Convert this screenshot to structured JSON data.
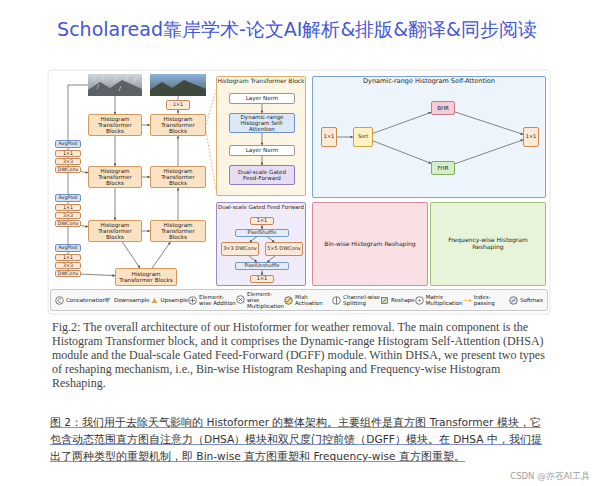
{
  "diagram": {
    "title": "Scholaread靠岸学术-论文AI解析&排版&翻译&同步阅读",
    "caption": "Fig.2: The overall architecture of our Histoformer for weather removal. The main component is the Histogram Transformer block, and it comprises the Dynamic-range Histogram Self-Attention (DHSA) module and the Dual-scale Gated Feed-Forward (DGFF) module. Within DHSA, we present two types of reshaping mechanism, i.e., Bin-wise Histogram Reshaping and Frequency-wise Histogram Reshaping.",
    "nodes": [
      {
        "text": [
          "Histogram Transformer Blocks"
        ]
      },
      {
        "text": [
          "Histogram Transformer Blocks"
        ]
      },
      {
        "text": [
          "Histogram Transformer Blocks"
        ]
      },
      {
        "text": [
          "Histogram Transformer Blocks"
        ]
      },
      {
        "text": [
          "Histogram Transformer Blocks"
        ]
      },
      {
        "text": [
          "Histogram Transformer Blocks"
        ]
      },
      {
        "text": [
          "Histogram Transformer Blocks"
        ]
      },
      {
        "text": [
          "1×1"
        ]
      },
      {
        "text": [
          "AvgPool"
        ]
      },
      {
        "text": [
          "1×1"
        ]
      },
      {
        "text": [
          "3×3"
        ]
      },
      {
        "text": [
          "DWConv"
        ]
      },
      {
        "text": [
          "AvgPool"
        ]
      },
      {
        "text": [
          "1×1"
        ]
      },
      {
        "text": [
          "3×3"
        ]
      },
      {
        "text": [
          "DWConv"
        ]
      },
      {
        "text": [
          "AvgPool"
        ]
      },
      {
        "text": [
          "1×1"
        ]
      },
      {
        "text": [
          "3×3"
        ]
      },
      {
        "text": [
          "DWConv"
        ]
      },
      {
        "text": [
          "Histogram Transformer Block"
        ]
      },
      {
        "text": [
          "Layer Norm"
        ],
        "in": 20
      },
      {
        "text": [
          "Dynamic-range Histogram Self-Attention"
        ],
        "in": 20
      },
      {
        "text": [
          "Layer Norm"
        ],
        "in": 20
      },
      {
        "text": [
          "Dual-scale Gated Feed-Forward"
        ],
        "in": 20
      },
      {
        "text": [
          "Dual-scale Gated Feed Forward"
        ]
      },
      {
        "text": [
          "1×1"
        ],
        "in": 25
      },
      {
        "text": [
          "PixelShuffle"
        ],
        "in": 25
      },
      {
        "text": [
          "3×3 DWConv"
        ],
        "in": 25
      },
      {
        "text": [
          "5×5 DWConv"
        ],
        "in": 25
      },
      {
        "text": [
          "PixelUnshuffle"
        ],
        "in": 25
      },
      {
        "text": [
          "1×1"
        ],
        "in": 25
      },
      {
        "text": [
          "Dynamic-range Histogram Self-Attention"
        ]
      },
      {
        "text": [
          "1×1"
        ],
        "in": 32
      },
      {
        "text": [
          "Sort"
        ],
        "in": 32
      },
      {
        "text": [
          "BHR"
        ],
        "in": 32
      },
      {
        "text": [
          "FHR"
        ],
        "in": 32
      },
      {
        "text": [
          "1×1"
        ],
        "in": 32
      },
      {
        "text": [
          "Bin-wise Histogram Reshaping"
        ]
      },
      {
        "text": [
          "Frequency-wise Histogram Reshaping"
        ]
      }
    ],
    "edges": [
      {
        "from": 0,
        "to": 1,
        "arrow": "to"
      },
      {
        "from": 1,
        "to": 2,
        "arrow": "to"
      },
      {
        "from": 2,
        "to": 3,
        "arrow": "to"
      },
      {
        "from": 3,
        "to": 4,
        "arrow": "to"
      },
      {
        "from": 4,
        "to": 5,
        "arrow": "to"
      },
      {
        "from": 5,
        "to": 6,
        "arrow": "to"
      },
      {
        "from": 6,
        "to": 7,
        "arrow": "to"
      },
      {
        "from": 0,
        "to": 6,
        "arrow": "to"
      },
      {
        "from": 1,
        "to": 5,
        "arrow": "to"
      },
      {
        "from": 2,
        "to": 4,
        "arrow": "to"
      },
      {
        "from": 8,
        "to": 9,
        "arrow": "none"
      },
      {
        "from": 9,
        "to": 10,
        "arrow": "none"
      },
      {
        "from": 10,
        "to": 11,
        "arrow": "none"
      },
      {
        "from": 11,
        "to": 1,
        "arrow": "to"
      },
      {
        "from": 12,
        "to": 13,
        "arrow": "none"
      },
      {
        "from": 13,
        "to": 14,
        "arrow": "none"
      },
      {
        "from": 14,
        "to": 15,
        "arrow": "none"
      },
      {
        "from": 15,
        "to": 2,
        "arrow": "to"
      },
      {
        "from": 16,
        "to": 17,
        "arrow": "none"
      },
      {
        "from": 17,
        "to": 18,
        "arrow": "none"
      },
      {
        "from": 18,
        "to": 19,
        "arrow": "none"
      },
      {
        "from": 19,
        "to": 3,
        "arrow": "to"
      },
      {
        "from": 21,
        "to": 22,
        "arrow": "to"
      },
      {
        "from": 22,
        "to": 23,
        "arrow": "to"
      },
      {
        "from": 23,
        "to": 24,
        "arrow": "to"
      },
      {
        "from": 26,
        "to": 27,
        "arrow": "to"
      },
      {
        "from": 27,
        "to": 28,
        "arrow": "to"
      },
      {
        "from": 27,
        "to": 29,
        "arrow": "to"
      },
      {
        "from": 28,
        "to": 30,
        "arrow": "to"
      },
      {
        "from": 29,
        "to": 30,
        "arrow": "to"
      },
      {
        "from": 30,
        "to": 31,
        "arrow": "to"
      },
      {
        "from": 33,
        "to": 34,
        "arrow": "to"
      },
      {
        "from": 34,
        "to": 35,
        "arrow": "to"
      },
      {
        "from": 34,
        "to": 36,
        "arrow": "to"
      },
      {
        "from": 35,
        "to": 37,
        "arrow": "to"
      },
      {
        "from": 36,
        "to": 37,
        "arrow": "to"
      }
    ],
    "labels": [
      "图 2：我们用于去除天气影响的 Histoformer 的整体架构。主要组件是直方图 Transformer 模块，它包含动态范围直方图自注意力（DHSA）模块和双尺度门控前馈（DGFF）模块。在 DHSA 中，我们提出了两种类型的重塑机制，即 Bin-wise 直方图重塑和 Frequency-wise 直方图重塑。",
      "CSDN @亦苍AI工具"
    ],
    "legend": [
      {
        "text": "Concatenation"
      },
      {
        "text": "Downsample"
      },
      {
        "text": "Upsample"
      },
      {
        "text": "Element-wise Addition"
      },
      {
        "text": "Element-wise Multiplication"
      },
      {
        "text": "Mish Activation"
      },
      {
        "text": "Channel-wise Splitting"
      },
      {
        "text": "Reshape"
      },
      {
        "text": "Matrix Multiplication"
      },
      {
        "text": "Index-passing"
      },
      {
        "text": "Softmax"
      }
    ]
  }
}
